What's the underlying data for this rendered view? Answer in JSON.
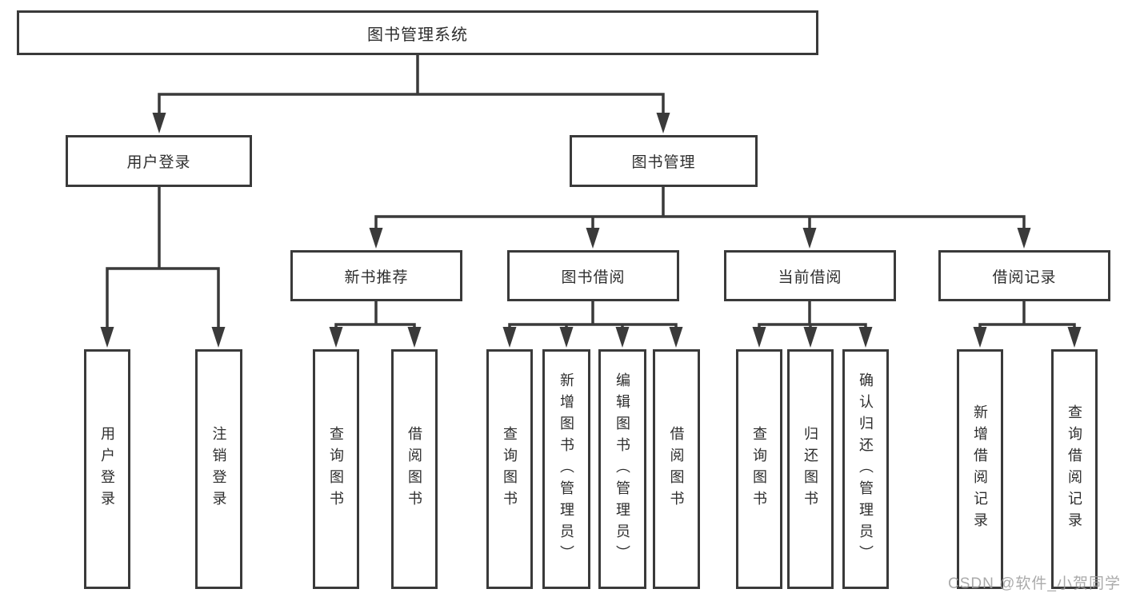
{
  "tree": {
    "root": "图书管理系统",
    "level2": [
      {
        "label": "用户登录",
        "children": [
          "用户登录",
          "注销登录"
        ]
      },
      {
        "label": "图书管理",
        "children": [
          {
            "label": "新书推荐",
            "children": [
              "查询图书",
              "借阅图书"
            ]
          },
          {
            "label": "图书借阅",
            "children": [
              "查询图书",
              "新增图书（管理员）",
              "编辑图书（管理员）",
              "借阅图书"
            ]
          },
          {
            "label": "当前借阅",
            "children": [
              "查询图书",
              "归还图书",
              "确认归还（管理员）"
            ]
          },
          {
            "label": "借阅记录",
            "children": [
              "新增借阅记录",
              "查询借阅记录"
            ]
          }
        ]
      }
    ]
  },
  "watermark": "CSDN @软件_小贺同学",
  "colors": {
    "line": "#3a3a3a",
    "text": "#2e2e2e",
    "watermark": "#9c9c9c",
    "background": "#ffffff"
  }
}
